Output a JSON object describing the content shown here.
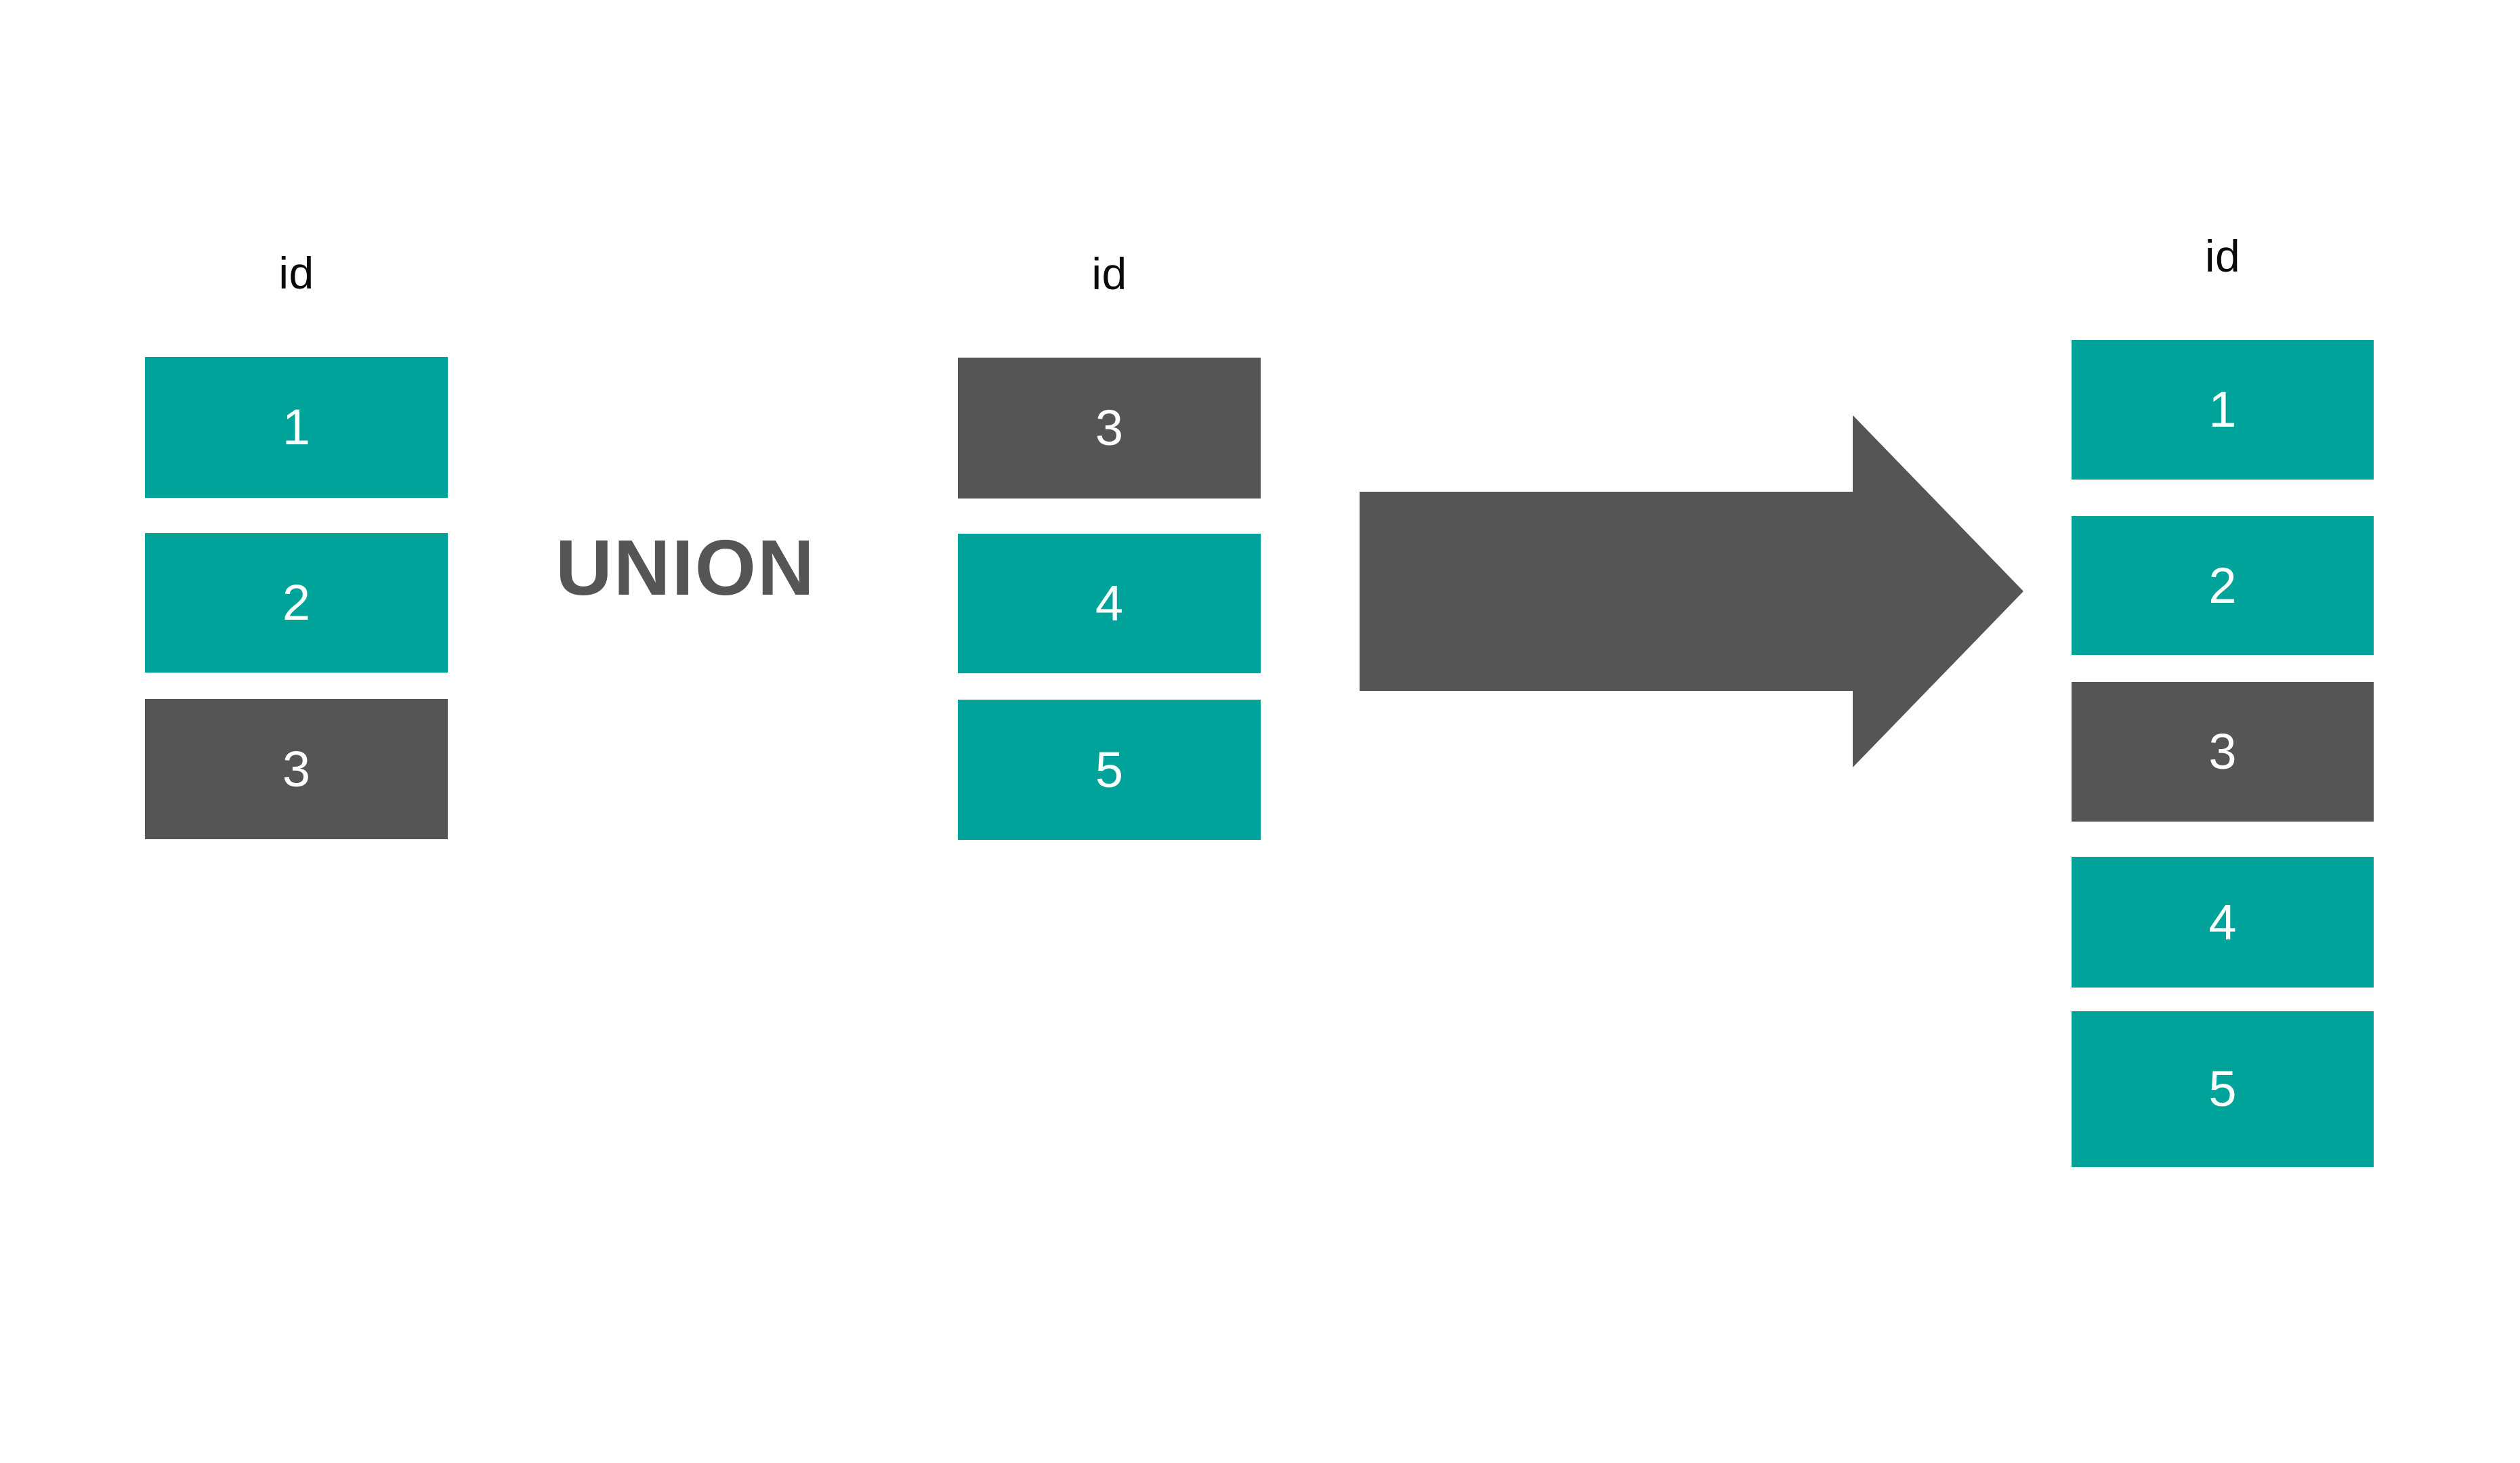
{
  "diagram": {
    "type": "set-operation",
    "operation": "UNION",
    "operation_label": "UNION",
    "colors": {
      "teal": "#00a39a",
      "gray": "#555555",
      "background": "#ffffff",
      "label_text": "#0a0a0a",
      "cell_text": "#ffffff"
    },
    "left_table": {
      "column_header": "id",
      "rows": [
        {
          "value": "1",
          "color": "teal"
        },
        {
          "value": "2",
          "color": "teal"
        },
        {
          "value": "3",
          "color": "gray"
        }
      ]
    },
    "right_table": {
      "column_header": "id",
      "rows": [
        {
          "value": "3",
          "color": "gray"
        },
        {
          "value": "4",
          "color": "teal"
        },
        {
          "value": "5",
          "color": "teal"
        }
      ]
    },
    "result_table": {
      "column_header": "id",
      "rows": [
        {
          "value": "1",
          "color": "teal"
        },
        {
          "value": "2",
          "color": "teal"
        },
        {
          "value": "3",
          "color": "gray"
        },
        {
          "value": "4",
          "color": "teal"
        },
        {
          "value": "5",
          "color": "teal"
        }
      ]
    },
    "arrow": {
      "direction": "right",
      "color": "#555555"
    }
  }
}
